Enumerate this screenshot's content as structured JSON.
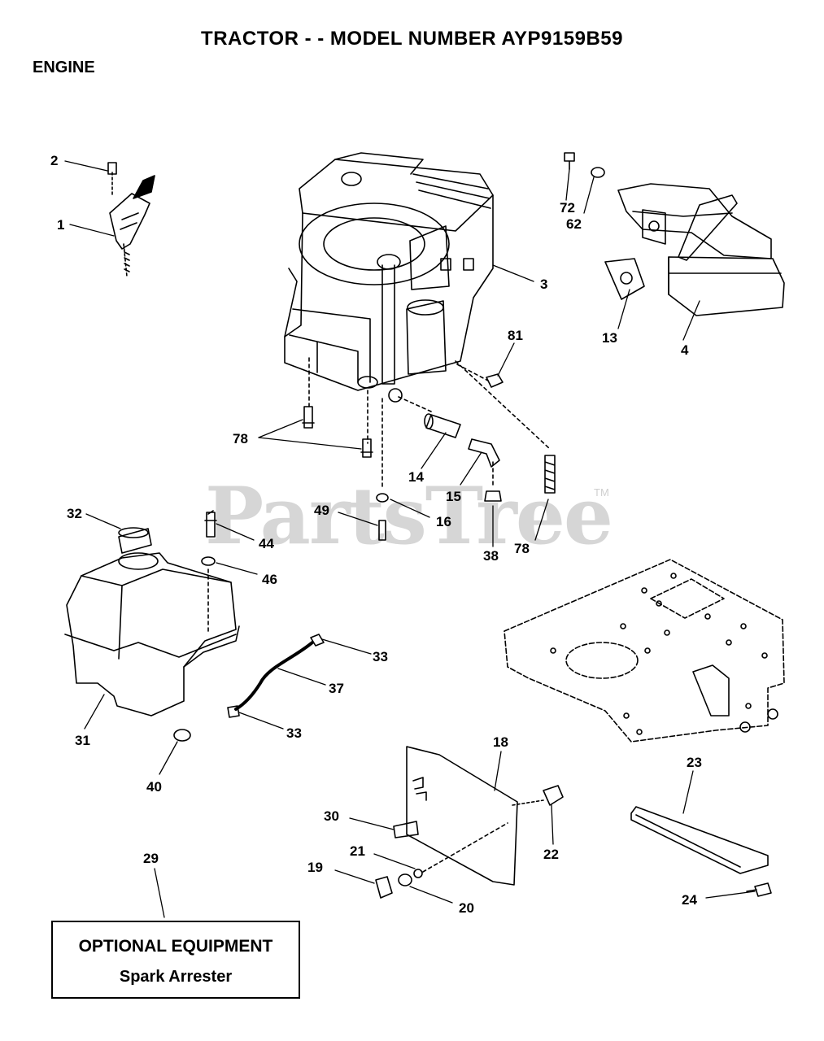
{
  "header": {
    "title": "TRACTOR - - MODEL NUMBER AYP9159B59",
    "section": "ENGINE"
  },
  "watermark": {
    "text": "PartsTree",
    "tm": "TM"
  },
  "callouts": {
    "c1": "1",
    "c2": "2",
    "c3": "3",
    "c4": "4",
    "c13": "13",
    "c14": "14",
    "c15": "15",
    "c16": "16",
    "c18": "18",
    "c19": "19",
    "c20": "20",
    "c21": "21",
    "c22": "22",
    "c23": "23",
    "c24": "24",
    "c29": "29",
    "c30": "30",
    "c31": "31",
    "c32": "32",
    "c33a": "33",
    "c33b": "33",
    "c37": "37",
    "c38": "38",
    "c40": "40",
    "c44": "44",
    "c46": "46",
    "c49": "49",
    "c62": "62",
    "c72": "72",
    "c78a": "78",
    "c78b": "78",
    "c81": "81"
  },
  "optional_box": {
    "title": "OPTIONAL EQUIPMENT",
    "item": "Spark Arrester"
  }
}
